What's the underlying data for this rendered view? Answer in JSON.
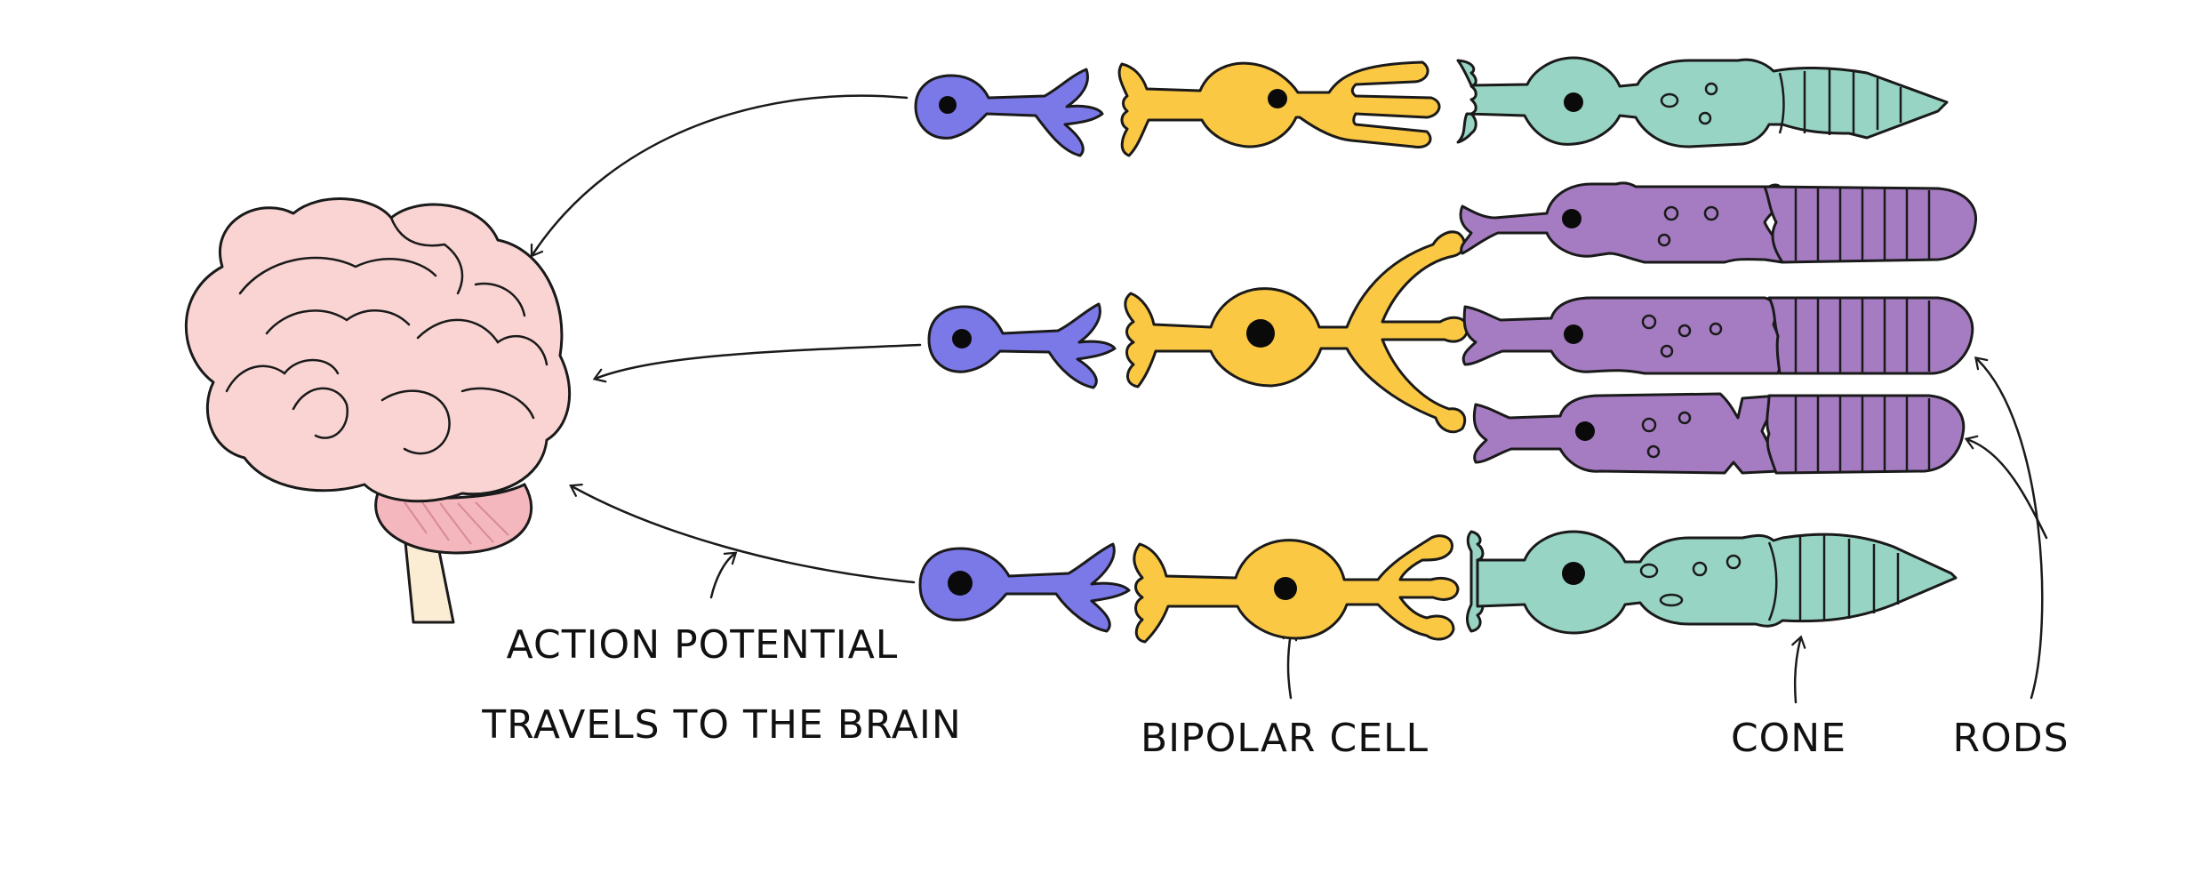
{
  "labels": {
    "action_line1": "ACTION POTENTIAL",
    "action_line2": "TRAVELS TO THE BRAIN",
    "bipolar": "BIPOLAR CELL",
    "cone": "CONE",
    "rods": "RODS"
  },
  "colors": {
    "brain": "#f9d4d2",
    "brain_detail": "#f5b8b3",
    "brainstem": "#fbecd4",
    "cerebellum": "#f3b7bd",
    "ganglion": "#7b78e8",
    "bipolar": "#fbc844",
    "cone": "#97d4c3",
    "rod": "#a57cc1",
    "nucleus": "#0a0a0a",
    "outline": "#1a1a1a"
  }
}
